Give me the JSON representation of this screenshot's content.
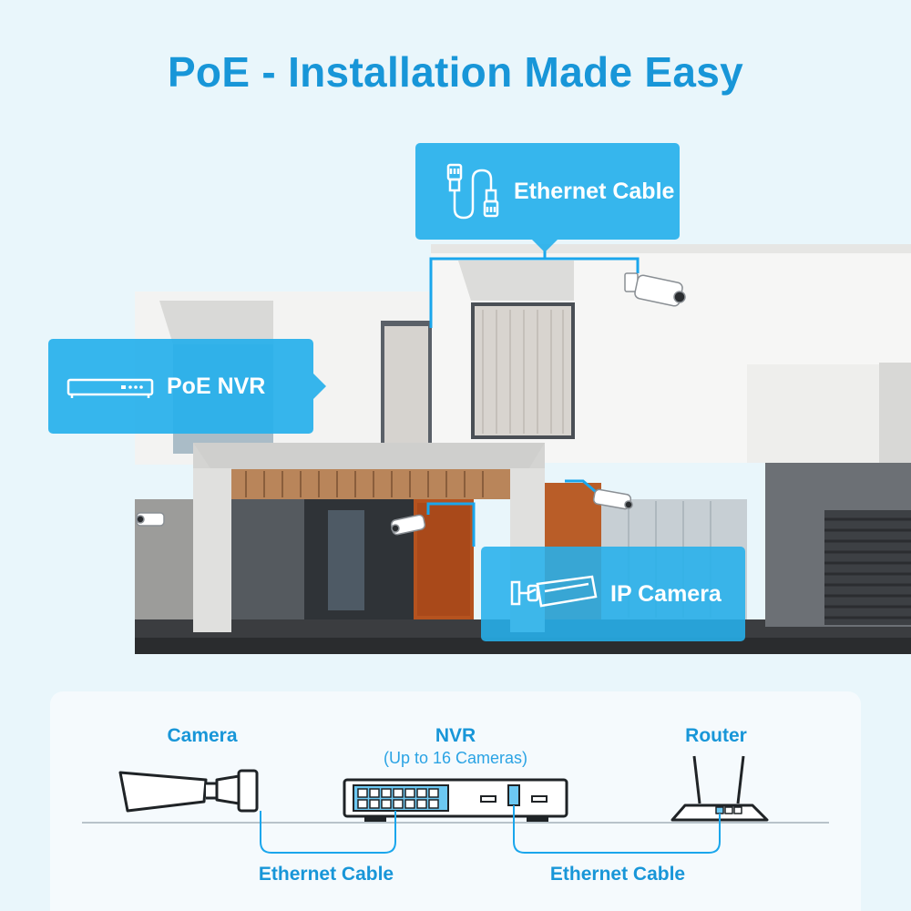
{
  "title": "PoE - Installation Made Easy",
  "callouts": {
    "ethernet_cable": "Ethernet Cable",
    "poe_nvr": "PoE NVR",
    "ip_camera": "IP Camera"
  },
  "diagram": {
    "camera_label": "Camera",
    "nvr_label": "NVR",
    "nvr_sub": "(Up to 16 Cameras)",
    "router_label": "Router",
    "cable_left": "Ethernet Cable",
    "cable_right": "Ethernet Cable"
  },
  "colors": {
    "accent": "#1896d8",
    "callout": "#26b0ec",
    "background": "#e9f6fb"
  },
  "icons": [
    "ethernet-cable-icon",
    "nvr-icon",
    "bullet-camera-icon",
    "router-icon"
  ]
}
